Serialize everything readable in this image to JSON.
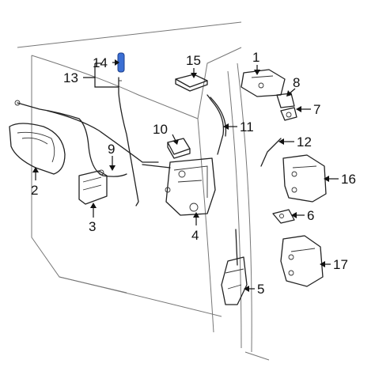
{
  "callouts": [
    {
      "id": "1",
      "text": "1"
    },
    {
      "id": "2",
      "text": "2"
    },
    {
      "id": "3",
      "text": "3"
    },
    {
      "id": "4",
      "text": "4"
    },
    {
      "id": "5",
      "text": "5"
    },
    {
      "id": "6",
      "text": "6"
    },
    {
      "id": "7",
      "text": "7"
    },
    {
      "id": "8",
      "text": "8"
    },
    {
      "id": "9",
      "text": "9"
    },
    {
      "id": "10",
      "text": "10"
    },
    {
      "id": "11",
      "text": "11"
    },
    {
      "id": "12",
      "text": "12"
    },
    {
      "id": "13",
      "text": "13"
    },
    {
      "id": "14",
      "text": "14"
    },
    {
      "id": "15",
      "text": "15"
    },
    {
      "id": "16",
      "text": "16"
    },
    {
      "id": "17",
      "text": "17"
    }
  ],
  "highlight_color": "#3b6fd4"
}
